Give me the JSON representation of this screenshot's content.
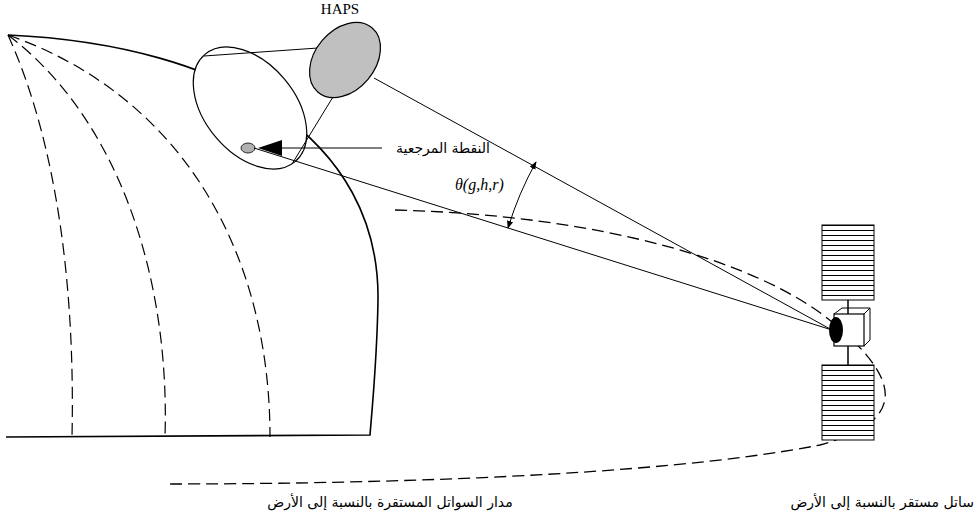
{
  "diagram": {
    "labels": [
      "HAPS",
      "النقطة المرجعية",
      "θ(g,h,r)",
      "مدار السواتل المستقرة بالنسبة إلى الأرض",
      "ساتل مستقر بالنسبة إلى الأرض"
    ]
  }
}
